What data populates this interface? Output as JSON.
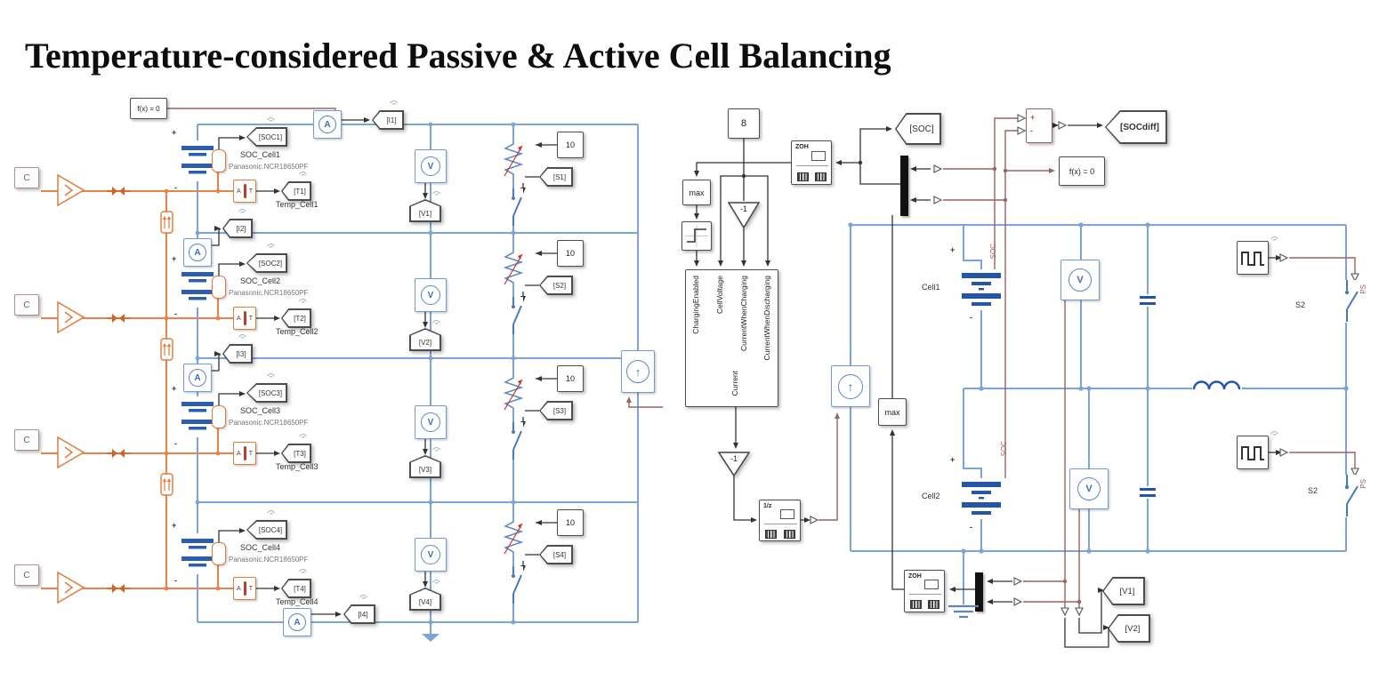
{
  "title": "Temperature-considered Passive & Active Cell Balancing",
  "sym": {
    "plus": "+",
    "minus": "-"
  },
  "letters": {
    "amp": "A",
    "volt": "V",
    "temp_a": "A",
    "temp_t": "T",
    "const_c": "C",
    "up": "↑"
  },
  "left": {
    "solver": "f(x) = 0",
    "r_const": "10",
    "cells": [
      {
        "soc_tag": "[SOC1]",
        "soc_label": "SOC_Cell1",
        "battery": "Panasonic.NCR18650PF",
        "temp_tag": "[T1]",
        "temp_label": "Temp_Cell1",
        "i_tag": "[I1]",
        "v_tag": "[V1]",
        "s_tag": "[S1]"
      },
      {
        "soc_tag": "[SOC2]",
        "soc_label": "SOC_Cell2",
        "battery": "Panasonic.NCR18650PF",
        "temp_tag": "[T2]",
        "temp_label": "Temp_Cell2",
        "i_tag": "[I2]",
        "v_tag": "[V2]",
        "s_tag": "[S2]"
      },
      {
        "soc_tag": "[SOC3]",
        "soc_label": "SOC_Cell3",
        "battery": "Panasonic.NCR18650PF",
        "temp_tag": "[T3]",
        "temp_label": "Temp_Cell3",
        "i_tag": "[I3]",
        "v_tag": "[V3]",
        "s_tag": "[S3]"
      },
      {
        "soc_tag": "[SOC4]",
        "soc_label": "SOC_Cell4",
        "battery": "Panasonic.NCR18650PF",
        "temp_tag": "[T4]",
        "temp_label": "Temp_Cell4",
        "i_tag": "[I4]",
        "v_tag": "[V4]",
        "s_tag": "[S4]"
      }
    ]
  },
  "right": {
    "const8": "8",
    "zoh1": "ZOH",
    "zoh2": "ZOH",
    "unit_delay": "1/z",
    "soc_tag": "[SOC]",
    "socdiff_tag": "[SOCdiff]",
    "solver": "f(x) = 0",
    "max1": "max",
    "max2": "max",
    "gain1": "-1",
    "gain2": "-1",
    "ports": {
      "p1": "ChargingEnabled",
      "p2": "CellVoltage",
      "p3": "CurrentWhenCharging",
      "p4": "CurrentWhenDischarging",
      "out": "Current"
    },
    "cell1": "Cell1",
    "cell2": "Cell2",
    "soc_wire1": "SOC",
    "soc_wire2": "SOC",
    "switch1": "S2",
    "switch2": "S2",
    "ps1": "PS",
    "ps2": "PS",
    "v1_tag": "[V1]",
    "v2_tag": "[V2]"
  }
}
